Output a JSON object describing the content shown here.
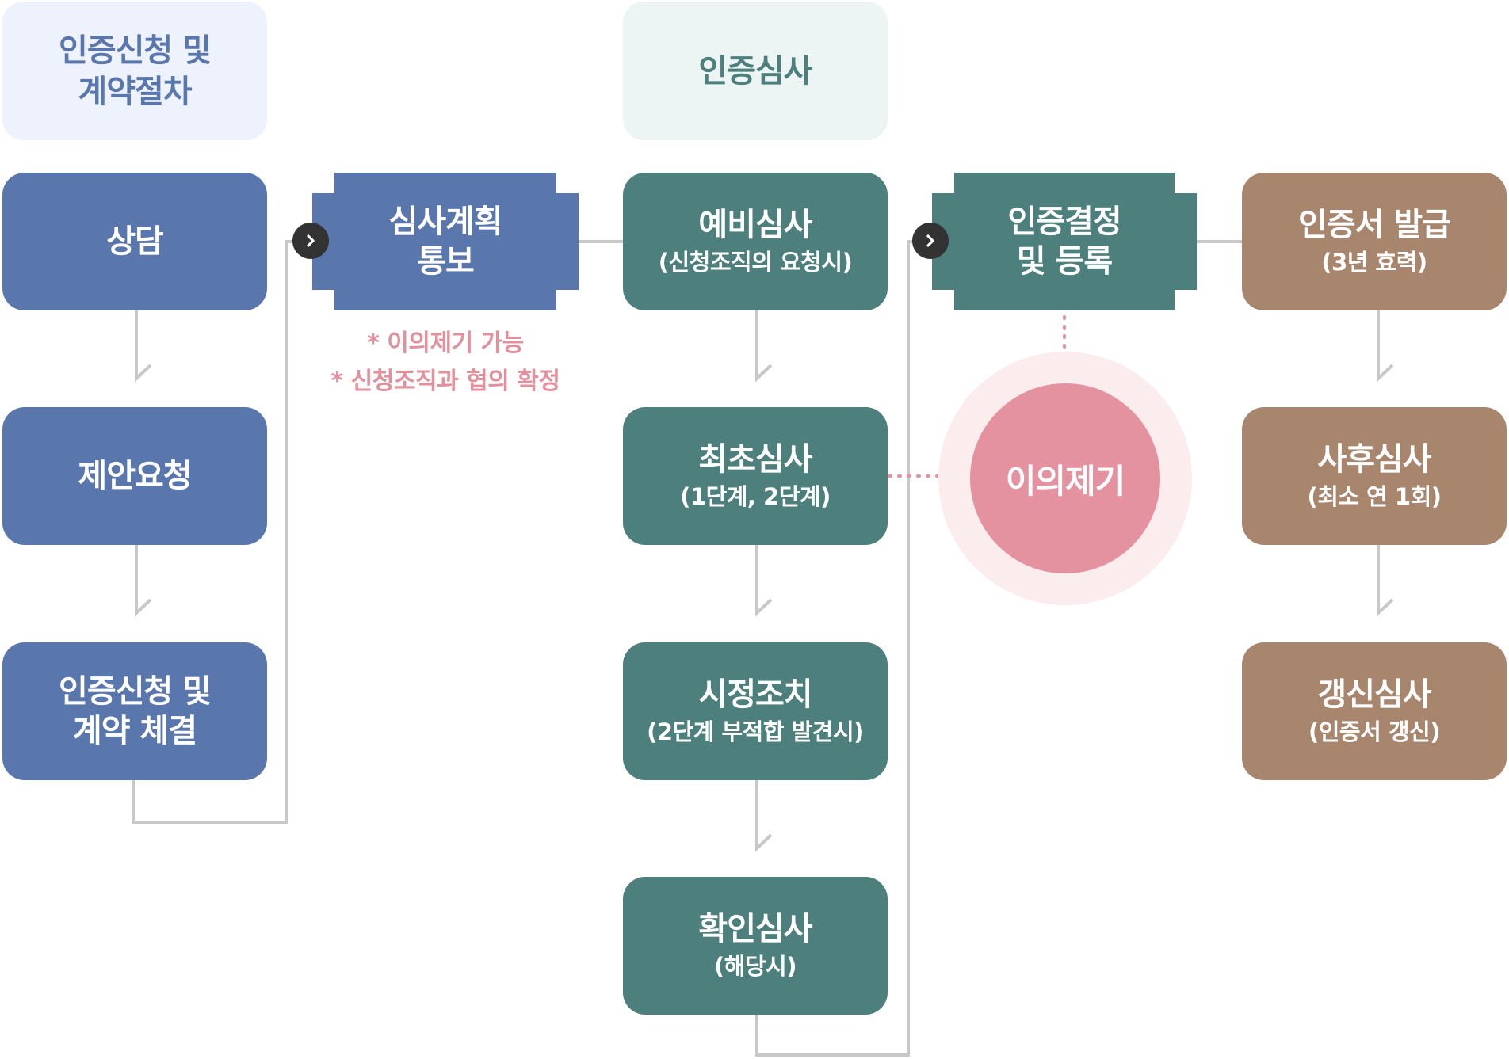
{
  "headers": {
    "application": "인증신청 및\n계약절차",
    "audit": "인증심사"
  },
  "application_steps": [
    {
      "title": "상담",
      "sub": ""
    },
    {
      "title": "제안요청",
      "sub": ""
    },
    {
      "title": "인증신청 및\n계약 체결",
      "sub": ""
    }
  ],
  "plan_notice": {
    "title": "심사계획\n통보",
    "notes": [
      "* 이의제기 가능",
      "* 신청조직과 협의 확정"
    ]
  },
  "audit_steps": [
    {
      "title": "예비심사",
      "sub": "(신청조직의 요청시)"
    },
    {
      "title": "최초심사",
      "sub": "(1단계, 2단계)"
    },
    {
      "title": "시정조치",
      "sub": "(2단계 부적합 발견시)"
    },
    {
      "title": "확인심사",
      "sub": "(해당시)"
    }
  ],
  "decision": {
    "title": "인증결정\n및 등록",
    "objection": "이의제기"
  },
  "post_steps": [
    {
      "title": "인증서 발급",
      "sub": "(3년 효력)"
    },
    {
      "title": "사후심사",
      "sub": "(최소 연 1회)"
    },
    {
      "title": "갱신심사",
      "sub": "(인증서 갱신)"
    }
  ],
  "icons": {
    "connector_arrow": "chevron-right-icon"
  },
  "colors": {
    "application": "#5a77ad",
    "audit": "#4d807c",
    "post": "#a8866d",
    "objection": "#e4929f",
    "objection_halo": "#fbecee",
    "note": "#e3909d",
    "connector": "#c8c8c8"
  }
}
